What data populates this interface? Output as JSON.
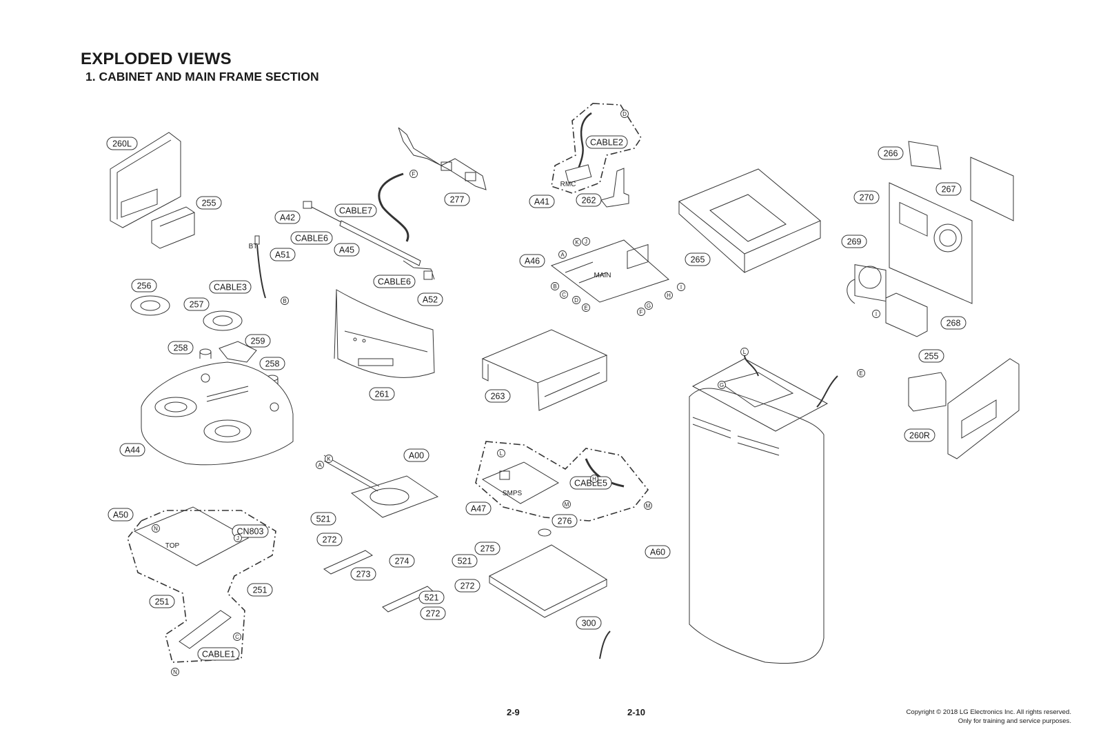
{
  "header": {
    "title": "EXPLODED VIEWS",
    "subtitle": "1. CABINET AND MAIN FRAME SECTION"
  },
  "footer": {
    "page_left": "2-9",
    "page_right": "2-10",
    "copyright_line1": "Copyright © 2018 LG Electronics Inc. All rights reserved.",
    "copyright_line2": "Only for training and service purposes."
  },
  "part_labels": [
    "260L",
    "255",
    "CABLE7",
    "277",
    "A42",
    "CABLE6",
    "A45",
    "A51",
    "CABLE3",
    "CABLE6",
    "A52",
    "256",
    "257",
    "258",
    "259",
    "258",
    "A44",
    "261",
    "CABLE2",
    "A41",
    "262",
    "A46",
    "263",
    "266",
    "267",
    "270",
    "269",
    "265",
    "268",
    "255",
    "260R",
    "A60",
    "A00",
    "A47",
    "CABLE5",
    "276",
    "275",
    "300",
    "A50",
    "CN803",
    "251",
    "251",
    "CABLE1",
    "521",
    "272",
    "273",
    "274",
    "521",
    "272",
    "521",
    "272"
  ],
  "connector_marks": [
    "F",
    "B",
    "D",
    "K",
    "J",
    "A",
    "B",
    "C",
    "D",
    "E",
    "F",
    "G",
    "H",
    "I",
    "I",
    "L",
    "E",
    "G",
    "H",
    "M",
    "M",
    "L",
    "K",
    "A",
    "N",
    "J",
    "C",
    "N"
  ],
  "sub_labels": [
    "BT",
    "RMC",
    "MAIN",
    "SMPS",
    "TOP"
  ]
}
